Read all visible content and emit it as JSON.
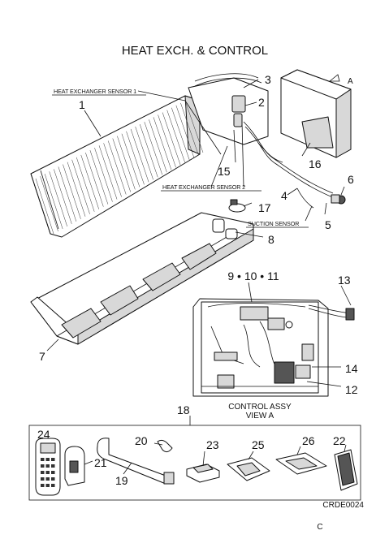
{
  "title": "HEAT EXCH. & CONTROL",
  "labels": {
    "hx_sensor_1": "HEAT EXCHANGER SENSOR 1",
    "hx_sensor_2": "HEAT EXCHANGER SENSOR 2",
    "suction_sensor": "SUCTION SENSOR",
    "view_marker": "A",
    "control_assy_line1": "CONTROL ASSY",
    "control_assy_line2": "VIEW A",
    "assy_9_10_11": "9 • 10 • 11",
    "drawing_code": "CRDE0024",
    "revision": "C"
  },
  "callouts": [
    "1",
    "2",
    "3",
    "4",
    "5",
    "6",
    "7",
    "8",
    "12",
    "13",
    "14",
    "15",
    "16",
    "17",
    "18",
    "19",
    "20",
    "21",
    "22",
    "23",
    "24",
    "25",
    "26"
  ]
}
